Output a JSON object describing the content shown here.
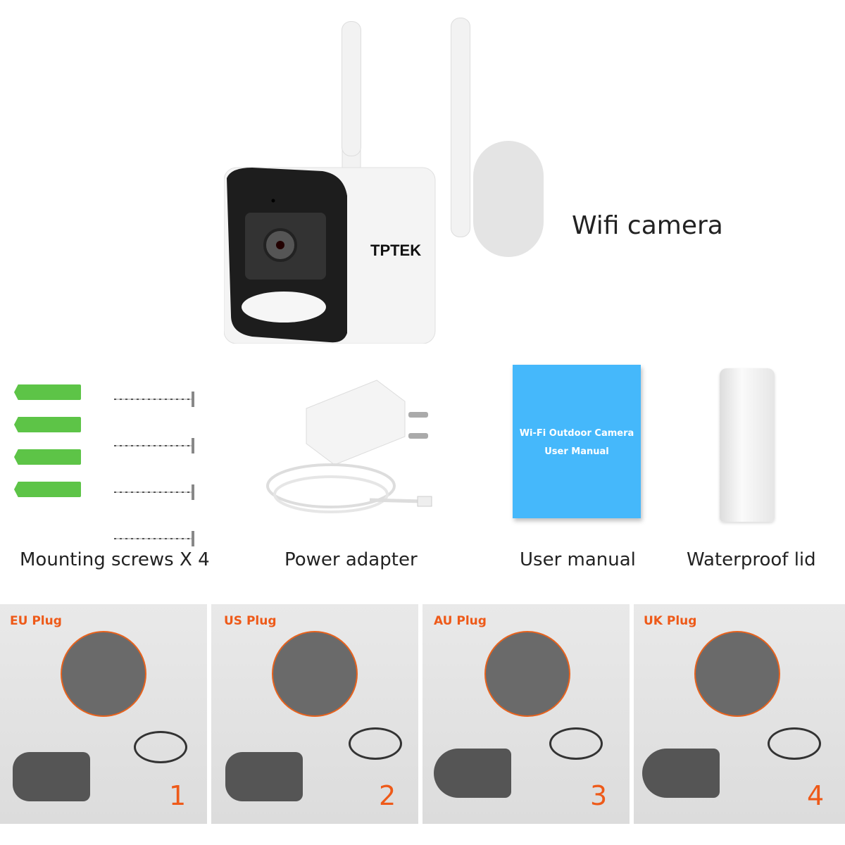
{
  "product": {
    "brand": "TPTEK",
    "main_item": {
      "label": "Wifi camera"
    }
  },
  "accessories": [
    {
      "label": "Mounting screws X 4",
      "icon": "screw-anchor-icon"
    },
    {
      "label": "Power adapter",
      "icon": "power-adapter-icon"
    },
    {
      "label": "User manual",
      "icon": "manual-icon",
      "cover_line1": "Wi-Fi Outdoor Camera",
      "cover_line2": "User Manual"
    },
    {
      "label": "Waterproof lid",
      "icon": "lid-icon"
    }
  ],
  "plugs": [
    {
      "title": "EU Plug",
      "number": "1"
    },
    {
      "title": "US Plug",
      "number": "2"
    },
    {
      "title": "AU Plug",
      "number": "3"
    },
    {
      "title": "UK Plug",
      "number": "4"
    }
  ],
  "colors": {
    "accent_orange": "#ee5a19",
    "manual_blue": "#45b8fb",
    "anchor_green": "#5dc447"
  }
}
